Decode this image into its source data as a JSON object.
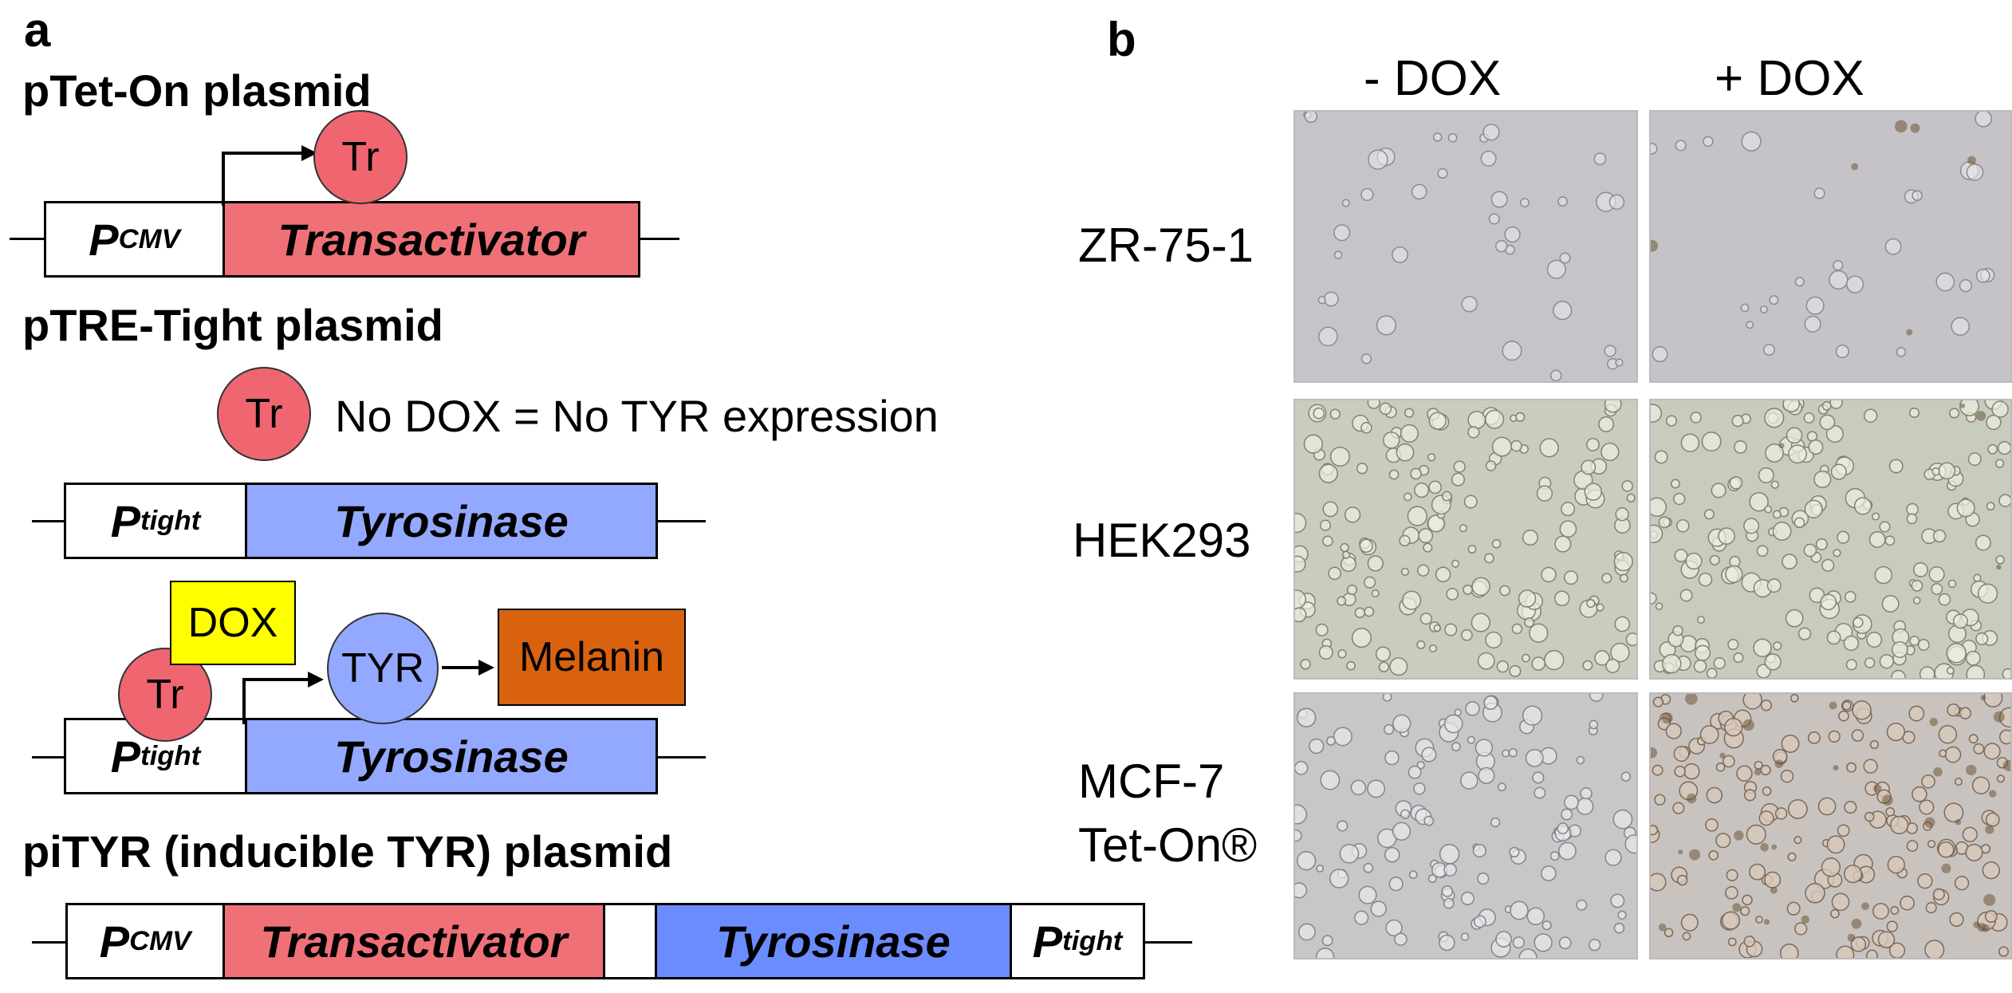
{
  "panel_a": {
    "letter": "a",
    "ptet_title": "pTet-On plasmid",
    "ptre_title": "pTRE-Tight plasmid",
    "pityr_title": "piTYR (inducible TYR) plasmid",
    "no_dox_caption": "No DOX = No TYR expression",
    "tr_label": "Tr",
    "dox_label": "DOX",
    "tyr_label": "TYR",
    "melanin_label": "Melanin",
    "p_letter": "P",
    "cmv_sub": "CMV",
    "tight_sub": "tight",
    "transactivator": "Transactivator",
    "tyrosinase": "Tyrosinase"
  },
  "panel_b": {
    "letter": "b",
    "col_minus": "- DOX",
    "col_plus": "+ DOX",
    "rows": [
      {
        "label": "ZR-75-1"
      },
      {
        "label": "HEK293"
      },
      {
        "label_line1": "MCF-7",
        "label_line2": "Tet-On®"
      }
    ]
  },
  "colors": {
    "transactivator": "#f07078",
    "tyrosinase": "#93a9ff",
    "tyrosinase_dark": "#6b8cff",
    "dox": "#ffff00",
    "melanin": "#d9620f"
  }
}
